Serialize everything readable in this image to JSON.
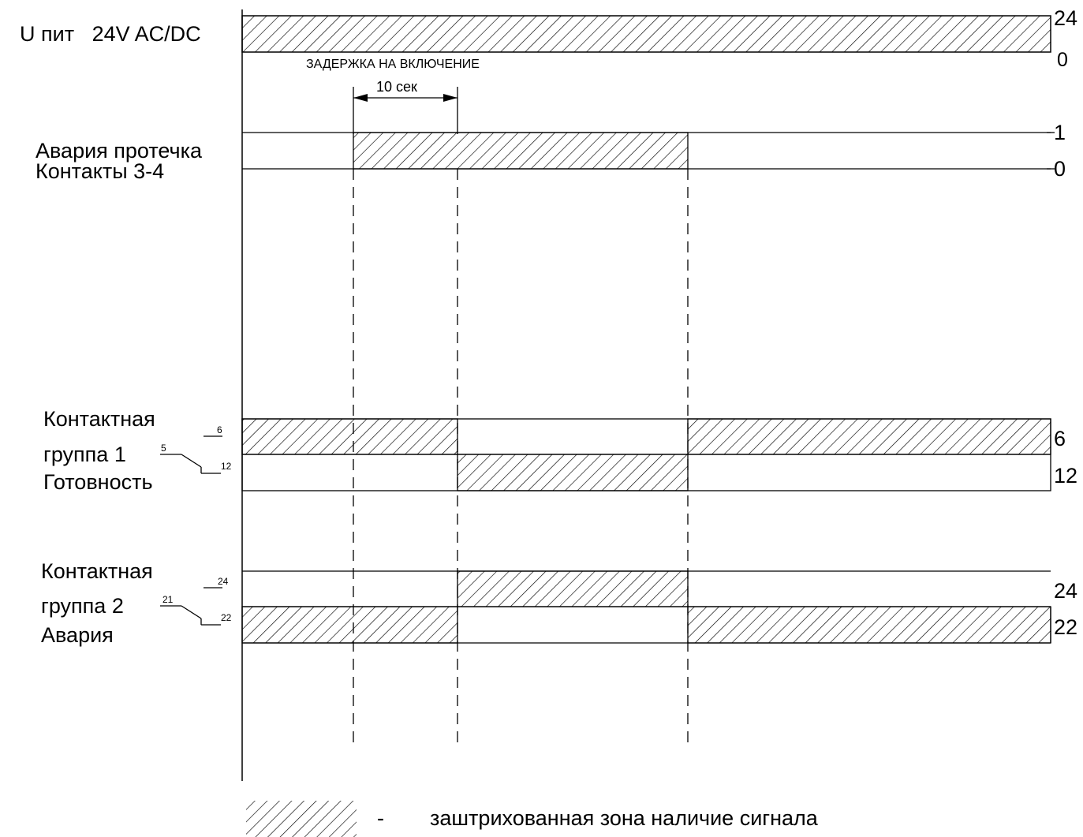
{
  "signals": {
    "power": {
      "label": "U пит   24V AC/DC",
      "level_high": "24",
      "level_low": "0"
    },
    "leak": {
      "label_line1": "Авария протечка",
      "label_line2": "Контакты 3-4",
      "level_high": "1",
      "level_low": "0"
    },
    "group1": {
      "label_line1": "Контактная",
      "label_line2": "группа 1",
      "label_line3": "Готовность",
      "pin_common": "5",
      "pin_a": "6",
      "pin_b": "12",
      "level_a": "6",
      "level_b": "12"
    },
    "group2": {
      "label_line1": "Контактная",
      "label_line2": "группа 2",
      "label_line3": "Авария",
      "pin_common": "21",
      "pin_a": "24",
      "pin_b": "22",
      "level_a": "24",
      "level_b": "22"
    }
  },
  "delay": {
    "title": "ЗАДЕРЖКА НА ВКЛЮЧЕНИЕ",
    "value": "10 сек"
  },
  "legend": {
    "dash": "-",
    "text": "заштрихованная зона наличие сигнала"
  }
}
